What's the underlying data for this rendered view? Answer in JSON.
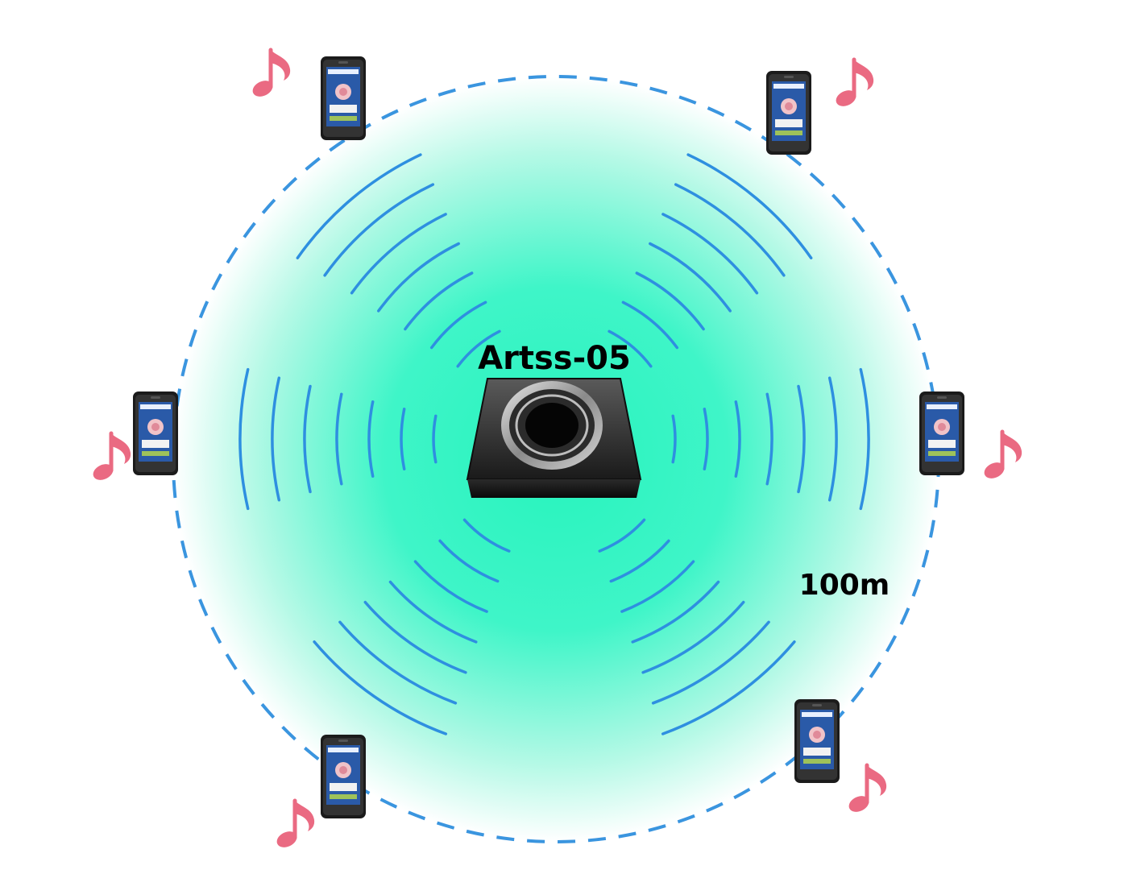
{
  "device": {
    "label": "Artss-05"
  },
  "range": {
    "label": "100m"
  },
  "clients": [
    {
      "name": "phone-top-left"
    },
    {
      "name": "phone-top-right"
    },
    {
      "name": "phone-left"
    },
    {
      "name": "phone-right"
    },
    {
      "name": "phone-bottom-left"
    },
    {
      "name": "phone-bottom-right"
    }
  ],
  "colors": {
    "coverage_center": "#2ef5c1",
    "coverage_edge": "#ffffff",
    "wave": "#2e8fe0",
    "boundary": "#3a95df",
    "music_note": "#ea6a82",
    "device_body": "#3a3a3a"
  },
  "icons": [
    "speaker-device-icon",
    "smartphone-icon",
    "music-note-icon",
    "signal-wave-icon"
  ]
}
